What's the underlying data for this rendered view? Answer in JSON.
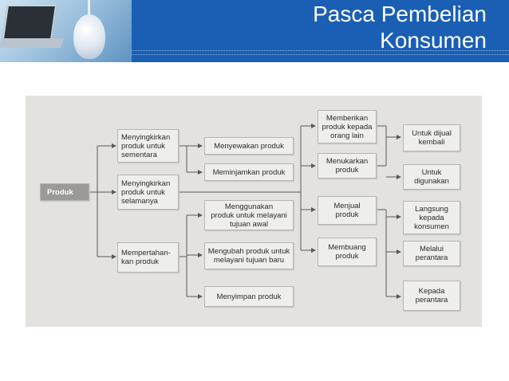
{
  "slide": {
    "title_line1": "Pasca Pembelian",
    "title_line2": "Konsumen"
  },
  "diagram": {
    "nodes": {
      "produk": "Produk",
      "menyingkirkan_sementara": "Menyingkirkan\nproduk untuk\nsementara",
      "menyingkirkan_selamanya": "Menyingkirkan\nproduk untuk\nselamanya",
      "mempertahankan": "Mempertahan-\nkan produk",
      "menyewakan": "Menyewakan produk",
      "meminjamkan": "Meminjamkan produk",
      "menggunakan": "Menggunakan\nproduk untuk melayani\ntujuan awal",
      "mengubah": "Mengubah produk untuk\nmelayani tujuan baru",
      "menyimpan": "Menyimpan produk",
      "memberikan": "Memberikan\nproduk kepada\norang lain",
      "menukarkan": "Menukarkan\nproduk",
      "menjual": "Menjual\nproduk",
      "membuang": "Membuang\nproduk",
      "dijual_kembali": "Untuk dijual\nkembali",
      "digunakan": "Untuk\ndigunakan",
      "langsung": "Langsung\nkepada\nkonsumen",
      "melalui_perantara": "Melalui\nperantara",
      "kepada_perantara": "Kepada\nperantara"
    }
  }
}
